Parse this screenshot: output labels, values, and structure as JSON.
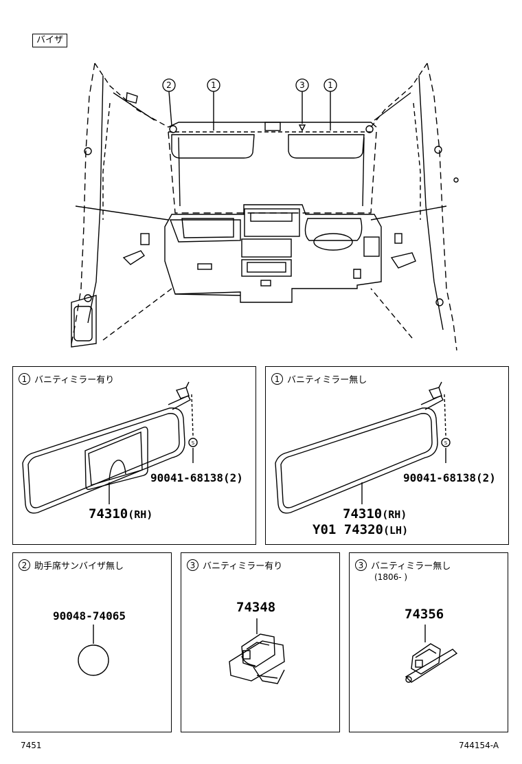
{
  "header": {
    "section_label": "バイザ"
  },
  "callouts": {
    "c2": "2",
    "c1a": "1",
    "c3": "3",
    "c1b": "1"
  },
  "panel1": {
    "num": "1",
    "title": "バニティミラー有り",
    "bolt_part": "90041-68138(2)",
    "visor_part": "74310",
    "visor_side": "(RH)"
  },
  "panel2": {
    "num": "1",
    "title": "バニティミラー無し",
    "bolt_part": "90041-68138(2)",
    "visor_part1": "74310",
    "visor_side1": "(RH)",
    "visor_prefix2": "Y01",
    "visor_part2": "74320",
    "visor_side2": "(LH)"
  },
  "panel3": {
    "num": "2",
    "title": "助手席サンバイザ無し",
    "part": "90048-74065"
  },
  "panel4": {
    "num": "3",
    "title": "バニティミラー有り",
    "part": "74348"
  },
  "panel5": {
    "num": "3",
    "title": "バニティミラー無し",
    "note": "(1806-    )",
    "part": "74356"
  },
  "footer": {
    "left": "7451",
    "right": "744154-A"
  }
}
